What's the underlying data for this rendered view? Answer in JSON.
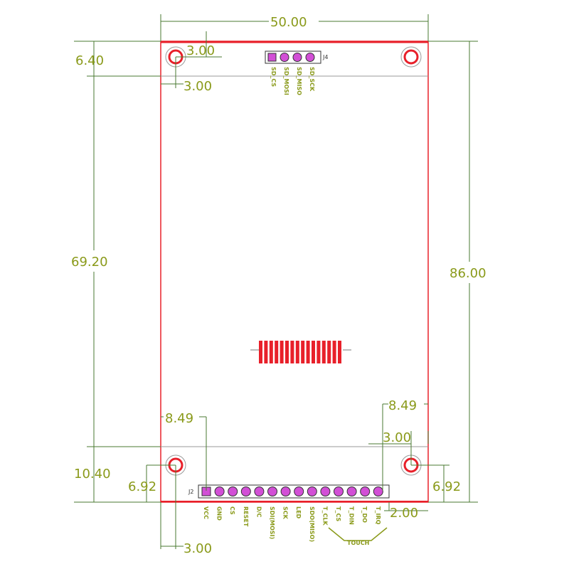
{
  "dimensions": {
    "width": "50.00",
    "height": "86.00",
    "screen_height": "69.20",
    "top_margin": "6.40",
    "bottom_margin": "10.40",
    "hole_top_v": "3.00",
    "hole_top_h": "3.00",
    "hole_bl_h": "6.92",
    "hole_bl_bottom": "3.00",
    "pin_left_offset": "8.49",
    "pin_right_offset": "8.49",
    "hole_br_h": "3.00",
    "hole_br_v": "6.92",
    "pin_edge": "2.00"
  },
  "connectors": {
    "top_label": "J4",
    "bottom_label": "J2",
    "top_pins": [
      "SD_CS",
      "SD_MOSI",
      "SD_MISO",
      "SD_SCK"
    ],
    "bottom_pins": [
      "VCC",
      "GND",
      "CS",
      "RESET",
      "D/C",
      "SDI(MOSI)",
      "SCK",
      "LED",
      "SDO(MISO)",
      "T_CLK",
      "T_CS",
      "T_DIN",
      "T_DO",
      "T_IRQ"
    ],
    "touch_group_label": "TOUCH"
  },
  "colors": {
    "board_outline": "#e8202a",
    "dimension_lines": "#4a7a30",
    "dimension_text": "#8a9a1a",
    "pin_fill": "#d24fd6",
    "flex_cable": "#e8202a"
  }
}
